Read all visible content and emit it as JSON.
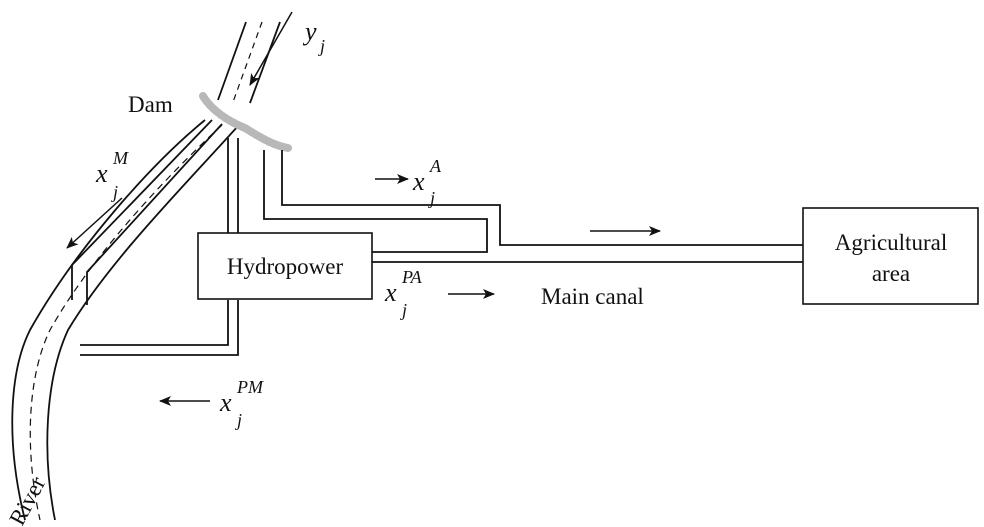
{
  "labels": {
    "dam": "Dam",
    "hydropower": "Hydropower",
    "agricultural_line1": "Agricultural",
    "agricultural_line2": "area",
    "main_canal": "Main canal",
    "river": "River"
  },
  "variables": {
    "inflow": {
      "base": "y",
      "sub": "j",
      "sup": ""
    },
    "main_release": {
      "base": "x",
      "sub": "j",
      "sup": "M"
    },
    "agri_release": {
      "base": "x",
      "sub": "j",
      "sup": "A"
    },
    "power_to_agri": {
      "base": "x",
      "sub": "j",
      "sup": "PA"
    },
    "power_to_main": {
      "base": "x",
      "sub": "j",
      "sup": "PM"
    }
  },
  "colors": {
    "ink": "#111111",
    "dam": "#b8b8b8"
  }
}
